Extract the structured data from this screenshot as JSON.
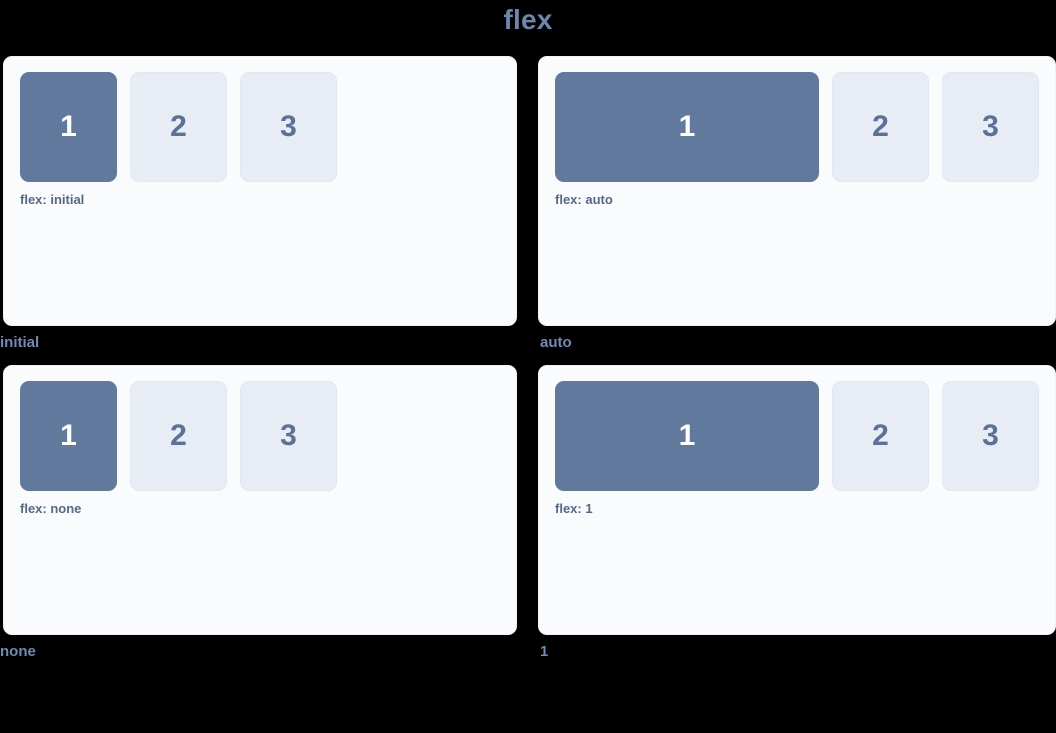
{
  "title": "flex",
  "colors": {
    "background": "#000000",
    "title_text": "#6d86ad",
    "card_background": "#fafbfd",
    "card_border": "#eef1f7",
    "primary_box": "#60799d",
    "primary_box_text": "#ffffff",
    "secondary_box": "#e8ecf5",
    "secondary_box_text": "#5a7299",
    "label_text": "#55688c",
    "caption_text": "#6d8bb5"
  },
  "demos": [
    {
      "mode": "initial",
      "label": "flex: initial",
      "caption": "initial",
      "boxes": [
        {
          "number": "1",
          "style": "primary"
        },
        {
          "number": "2",
          "style": "secondary"
        },
        {
          "number": "3",
          "style": "secondary"
        }
      ]
    },
    {
      "mode": "auto",
      "label": "flex: auto",
      "caption": "auto",
      "boxes": [
        {
          "number": "1",
          "style": "primary"
        },
        {
          "number": "2",
          "style": "secondary"
        },
        {
          "number": "3",
          "style": "secondary"
        }
      ]
    },
    {
      "mode": "none",
      "label": "flex: none",
      "caption": "none",
      "boxes": [
        {
          "number": "1",
          "style": "primary"
        },
        {
          "number": "2",
          "style": "secondary"
        },
        {
          "number": "3",
          "style": "secondary"
        }
      ]
    },
    {
      "mode": "one",
      "label": "flex: 1",
      "caption": "1",
      "boxes": [
        {
          "number": "1",
          "style": "primary"
        },
        {
          "number": "2",
          "style": "secondary"
        },
        {
          "number": "3",
          "style": "secondary"
        }
      ]
    }
  ]
}
